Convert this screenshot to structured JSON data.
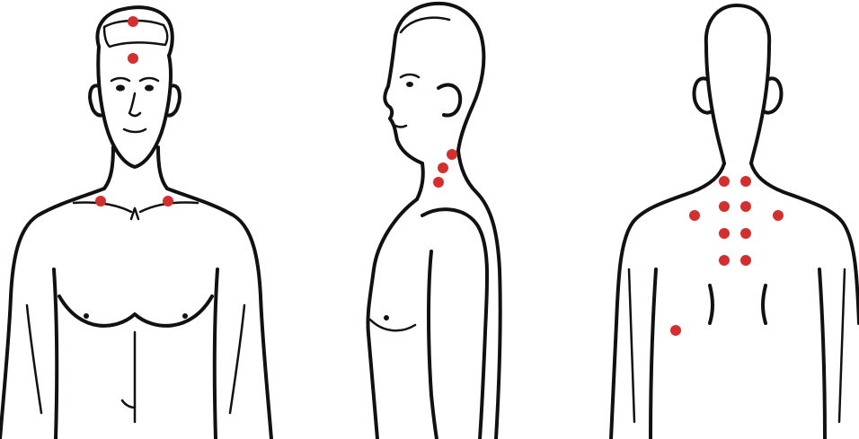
{
  "figures": [
    {
      "view": "front"
    },
    {
      "view": "side"
    },
    {
      "view": "back"
    }
  ],
  "colors": {
    "outline": "#111111",
    "point": "#d32f2f",
    "background": "#ffffff"
  },
  "point_counts": {
    "front": 4,
    "side": 3,
    "back": 11
  }
}
